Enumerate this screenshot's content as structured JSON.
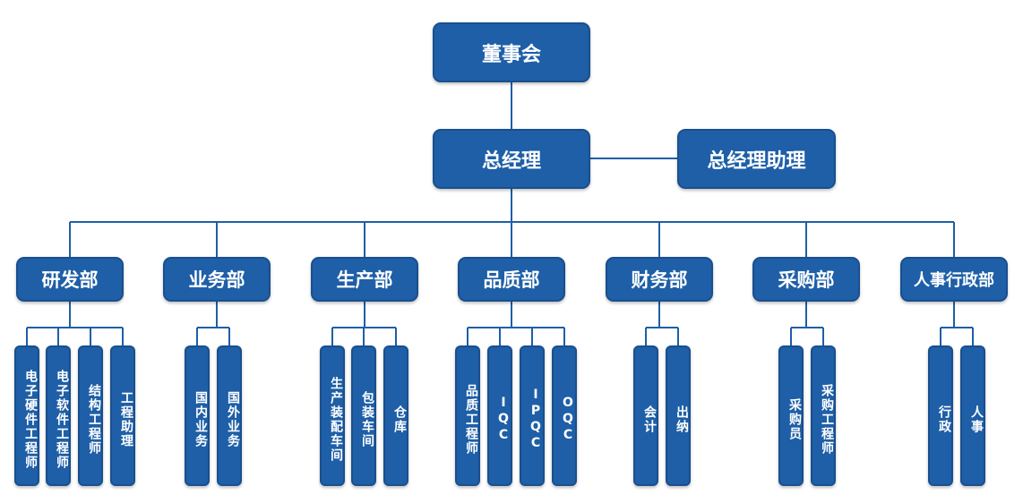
{
  "board": "董事会",
  "gm": "总经理",
  "gm_assistant": "总经理助理",
  "colors": {
    "box": "#1e5fa7",
    "border": "#1a4f8e",
    "line": "#1e5fa7",
    "text": "#ffffff"
  },
  "departments": [
    {
      "name": "研发部",
      "subs": [
        "电子硬件工程师",
        "电子软件工程师",
        "结构工程师",
        "工程助理"
      ]
    },
    {
      "name": "业务部",
      "subs": [
        "国内业务",
        "国外业务"
      ]
    },
    {
      "name": "生产部",
      "subs": [
        "生产装配车间",
        "包装车间",
        "仓库"
      ]
    },
    {
      "name": "品质部",
      "subs": [
        "品质工程师",
        "IQC",
        "IPQC",
        "OQC"
      ]
    },
    {
      "name": "财务部",
      "subs": [
        "会计",
        "出纳"
      ]
    },
    {
      "name": "采购部",
      "subs": [
        "采购员",
        "采购工程师"
      ]
    },
    {
      "name": "人事行政部",
      "subs": [
        "行政",
        "人事"
      ]
    }
  ]
}
